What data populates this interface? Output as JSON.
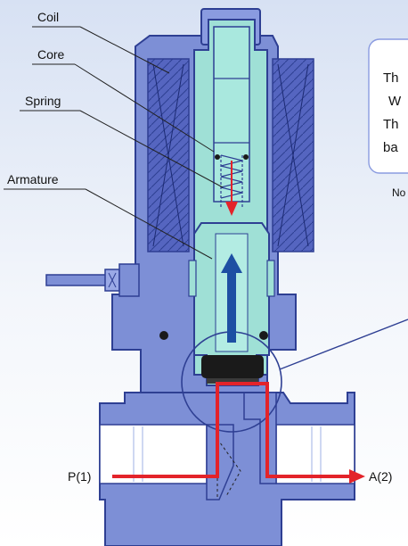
{
  "labels": {
    "coil": "Coil",
    "core": "Core",
    "spring": "Spring",
    "armature": "Armature",
    "port_in": "P(1)",
    "port_out": "A(2)"
  },
  "callout": {
    "lines": [
      "Th",
      "W",
      "Th",
      "ba"
    ],
    "note": "No"
  },
  "colors": {
    "body_blue": "#7d8fd6",
    "body_outline": "#2e3f93",
    "inner_teal": "#9fe0d6",
    "coil_dark": "#3b4aa8",
    "flow_red": "#e3232a",
    "motion_blue": "#1d4fa3",
    "seal_black": "#1a1a1a",
    "background_top": "#dfe7f5"
  }
}
